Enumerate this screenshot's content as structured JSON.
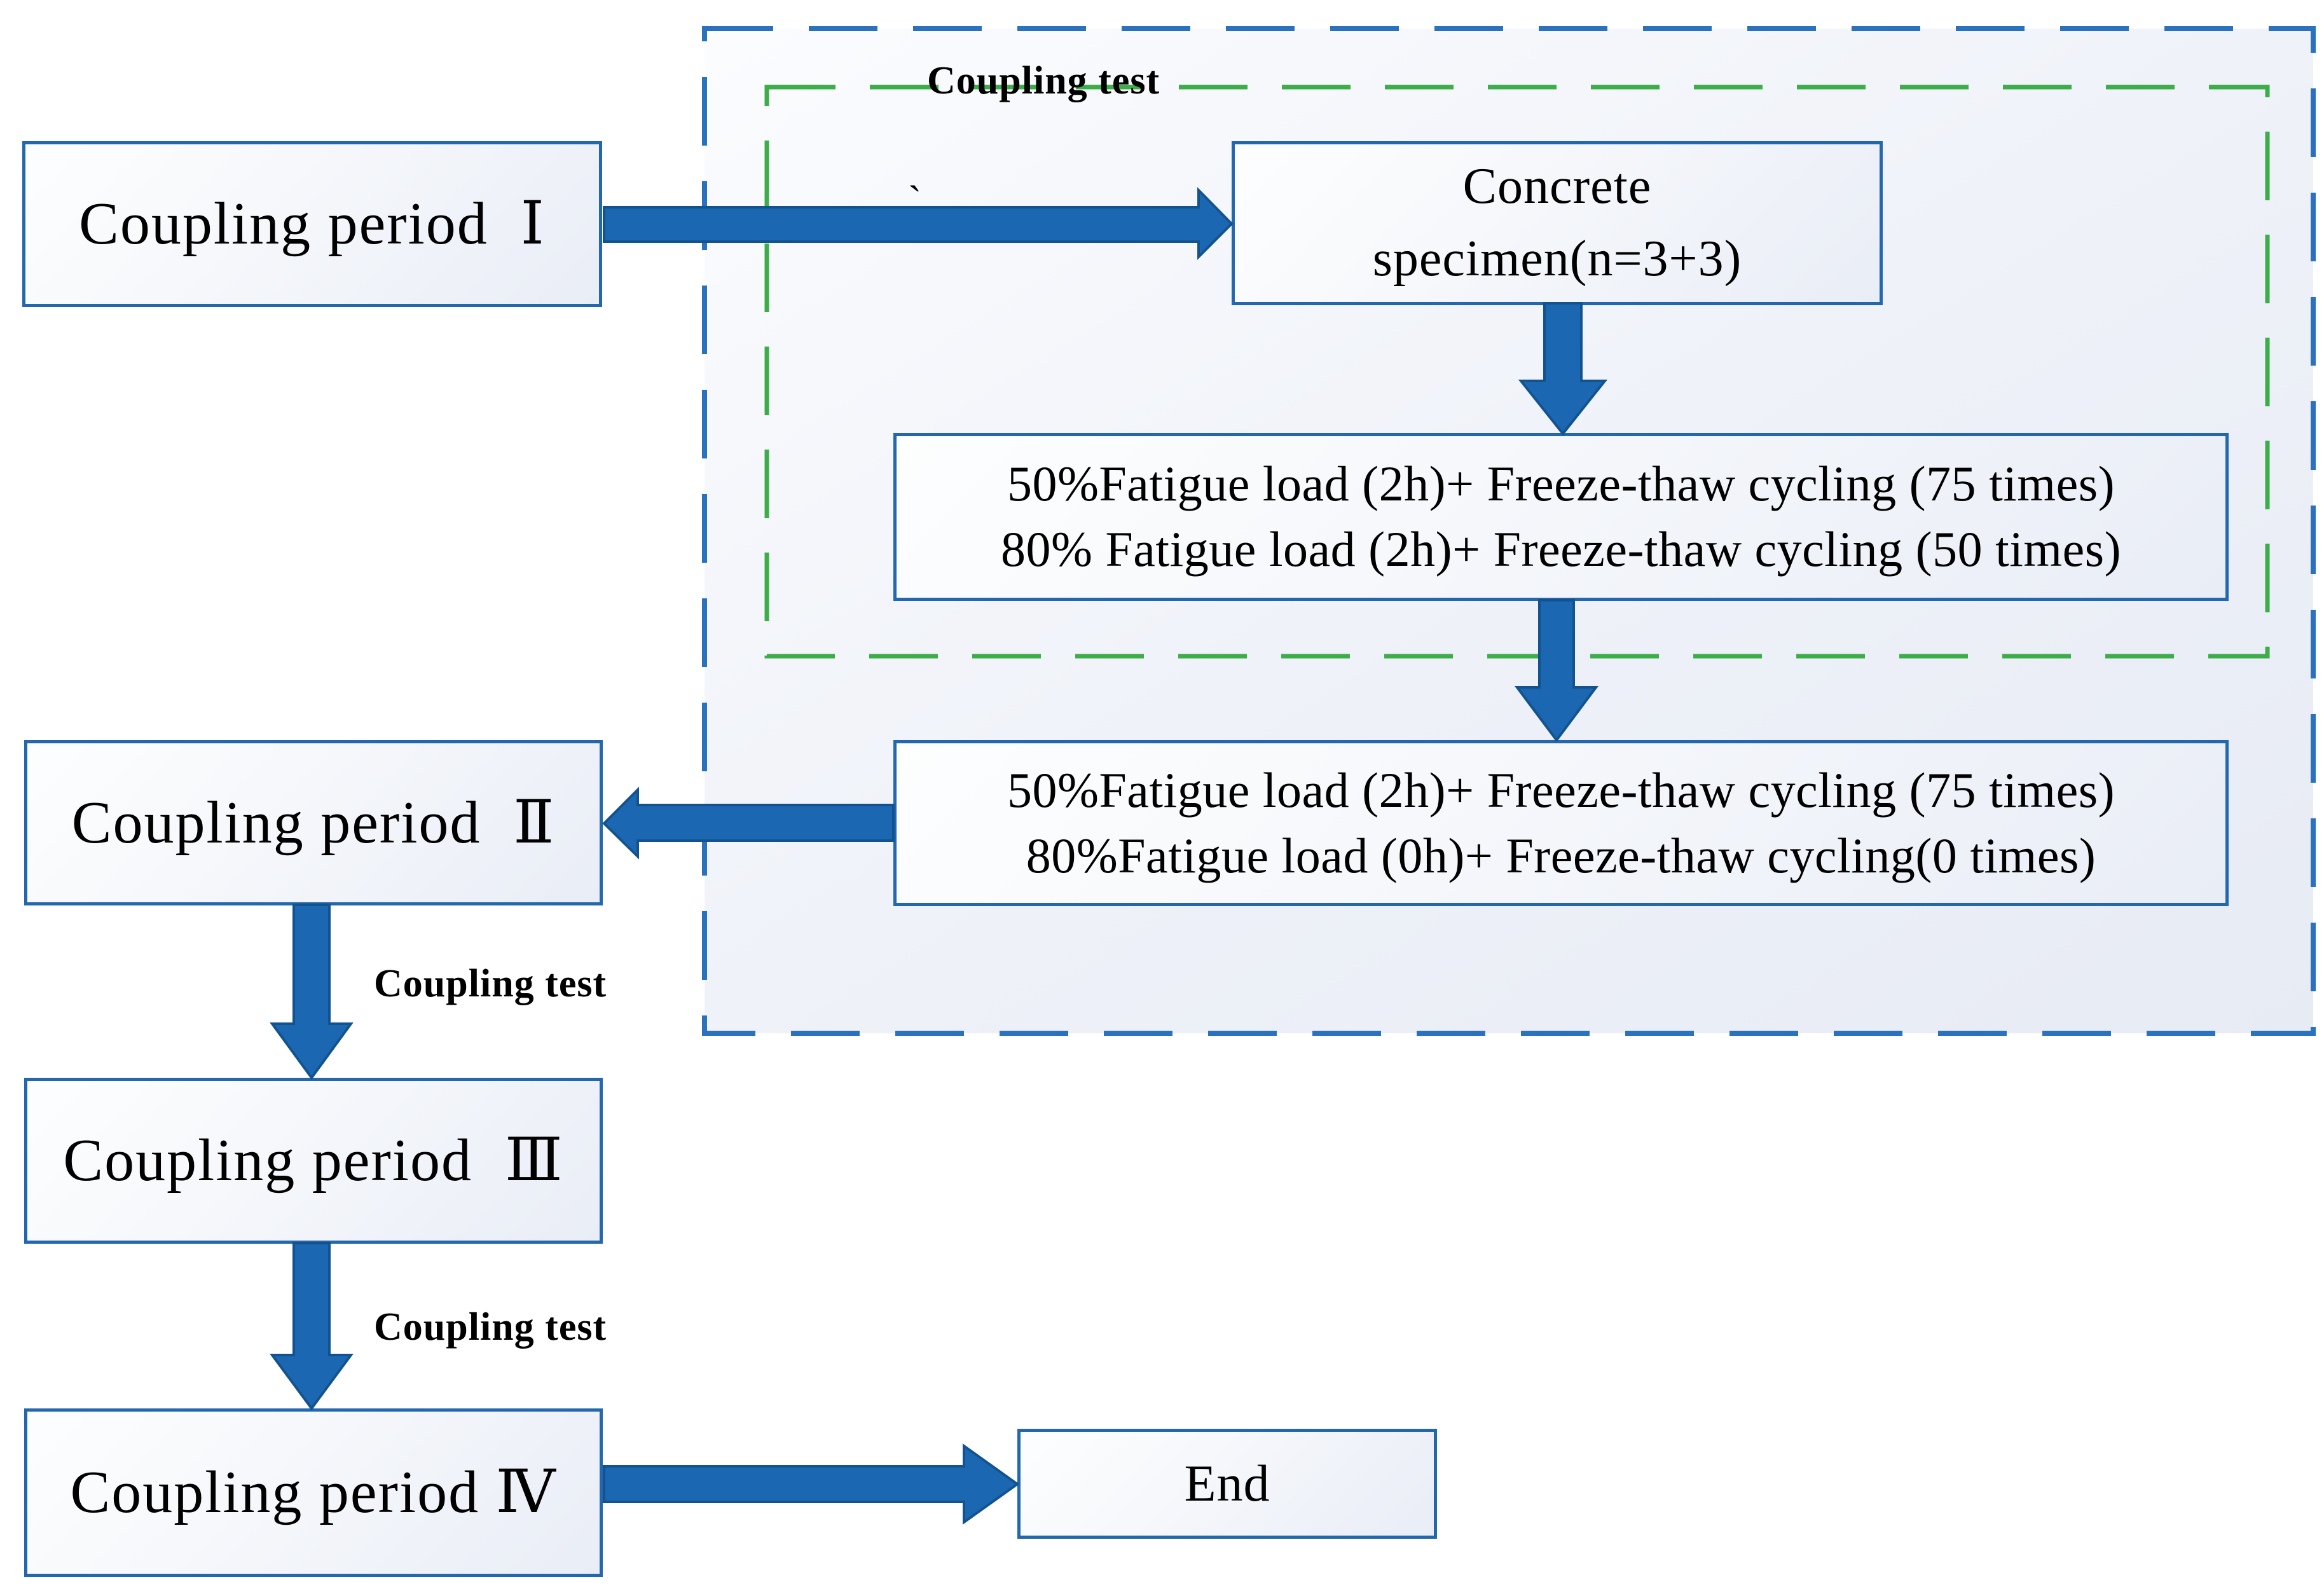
{
  "diagram": {
    "nodes": {
      "cp1": {
        "label": "Coupling period  Ⅰ"
      },
      "concrete": {
        "line1": "Concrete",
        "line2": "specimen(n=3+3)"
      },
      "load_top": {
        "line1": "50%Fatigue load (2h)+ Freeze-thaw cycling (75 times)",
        "line2": "80% Fatigue load (2h)+ Freeze-thaw cycling (50 times)"
      },
      "load_bottom": {
        "line1": "50%Fatigue load (2h)+ Freeze-thaw cycling (75 times)",
        "line2": "80%Fatigue load (0h)+ Freeze-thaw cycling(0 times)"
      },
      "cp2": {
        "label": "Coupling period  Ⅱ"
      },
      "cp3": {
        "label": "Coupling period  Ⅲ"
      },
      "cp4": {
        "label": "Coupling period Ⅳ"
      },
      "end": {
        "label": "End"
      }
    },
    "labels": {
      "coupling_test_top": "Coupling test",
      "coupling_test_mid": "Coupling test",
      "coupling_test_bottom": "Coupling test",
      "stray_mark": "`"
    },
    "colors": {
      "box_border": "#2368AE",
      "dashed_blue": "#2A72BD",
      "dashed_green": "#3DAD49",
      "arrow_fill": "#1C67B2",
      "arrow_edge": "#12538F",
      "text": "#000000"
    }
  }
}
